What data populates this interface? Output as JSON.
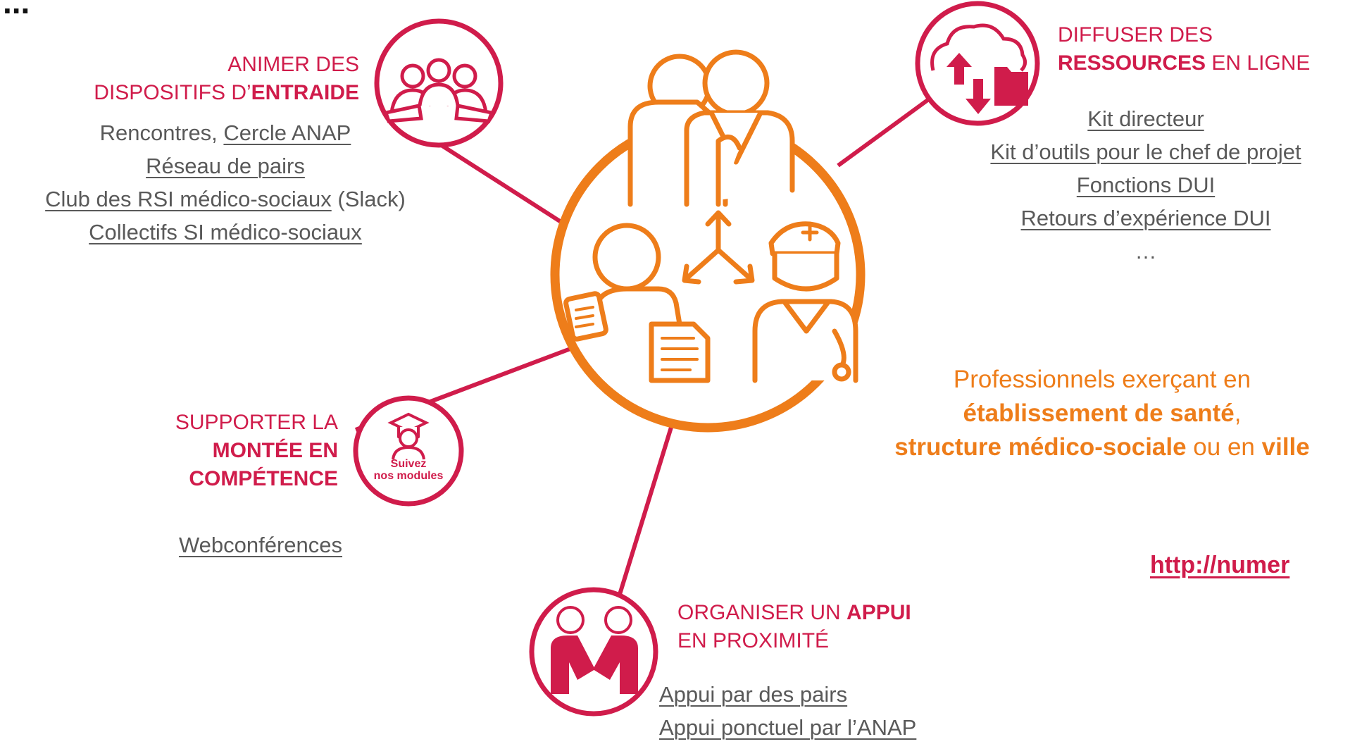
{
  "colors": {
    "accent_red": "#d01c4b",
    "accent_orange": "#ee7d1a",
    "text_gray": "#595959"
  },
  "top_title_fragment": "...",
  "entraide": {
    "heading_line1": "ANIMER DES",
    "heading_line2_prefix": "DISPOSITIFS D’",
    "heading_line2_bold": "ENTRAIDE",
    "line1_plain": "Rencontres, ",
    "line1_link": "Cercle ANAP",
    "link_reseau": "Réseau de pairs",
    "link_club": "Club des RSI médico-sociaux",
    "club_suffix": " (Slack)",
    "link_collectifs": "Collectifs SI médico-sociaux",
    "icon": "group-meeting-icon"
  },
  "ressources": {
    "heading_line1": "DIFFUSER DES",
    "heading_line2_bold": "RESSOURCES",
    "heading_line2_suffix": " EN LIGNE",
    "links": [
      "Kit directeur",
      "Kit d’outils pour le chef de projet",
      "Fonctions DUI",
      "Retours d’expérience DUI"
    ],
    "ellipsis": "…",
    "icon": "cloud-upload-download-icon"
  },
  "competence": {
    "heading_line1": "SUPPORTER LA",
    "heading_line2": "MONTÉE EN",
    "heading_line3": "COMPÉTENCE",
    "link": "Webconférences",
    "badge_line1": "Suivez",
    "badge_line2": "nos modules",
    "icon": "graduate-icon"
  },
  "appui": {
    "heading_line1_prefix": "ORGANISER UN ",
    "heading_line1_bold": "APPUI",
    "heading_line2": "EN PROXIMITÉ",
    "links": [
      "Appui par des pairs",
      "Appui ponctuel par l’ANAP"
    ],
    "icon": "handshake-icon"
  },
  "professionnels": {
    "line1": "Professionnels exerçant en",
    "line2_bold": "établissement de santé",
    "line2_suffix": ",",
    "line3_bold1": "structure médico-sociale",
    "line3_mid": " ou en ",
    "line3_bold2": "ville"
  },
  "url_fragment": "http://numer",
  "center_icon": "healthcare-professionals-icon"
}
